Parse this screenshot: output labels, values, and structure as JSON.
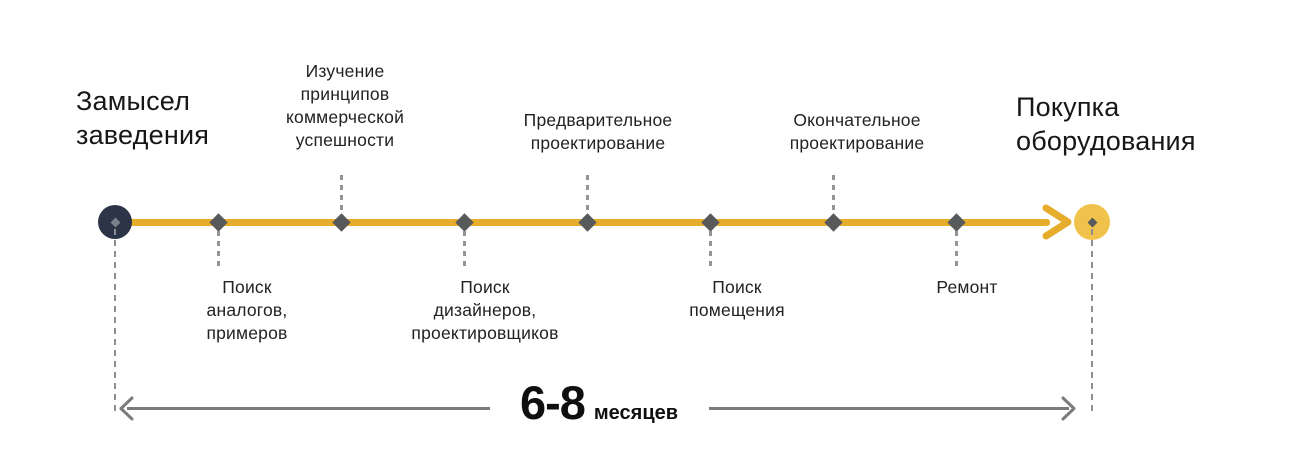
{
  "palette": {
    "line_yellow": "#E6AC2B",
    "end_circle_yellow": "#F1C24B",
    "start_circle_navy": "#2C3547",
    "diamond_gray": "#58595B",
    "dash_gray": "#949494",
    "duration_arrow_gray": "#7B7B7B",
    "text_dark": "#1A1A1A"
  },
  "timeline": {
    "start": {
      "label": "Замысел заведения",
      "text": "Замысел\nзаведения"
    },
    "end": {
      "label": "Покупка оборудования",
      "text": "Покупка\nоборудования"
    },
    "milestones": [
      {
        "label": "Поиск аналогов, примеров",
        "text": "Поиск\nаналогов,\nпримеров",
        "side": "below"
      },
      {
        "label": "Изучение принципов коммерческой успешности",
        "text": "Изучение\nпринципов\nкоммерческой\nуспешности",
        "side": "above"
      },
      {
        "label": "Поиск дизайнеров, проектировщиков",
        "text": "Поиск\nдизайнеров,\nпроектировщиков",
        "side": "below"
      },
      {
        "label": "Предварительное проектирование",
        "text": "Предварительное\nпроектирование",
        "side": "above"
      },
      {
        "label": "Поиск помещения",
        "text": "Поиск\nпомещения",
        "side": "below"
      },
      {
        "label": "Окончательное проектирование",
        "text": "Окончательное\nпроектирование",
        "side": "above"
      },
      {
        "label": "Ремонт",
        "text": "Ремонт",
        "side": "below"
      }
    ],
    "duration": {
      "value": "6-8",
      "unit": "месяцев"
    }
  }
}
